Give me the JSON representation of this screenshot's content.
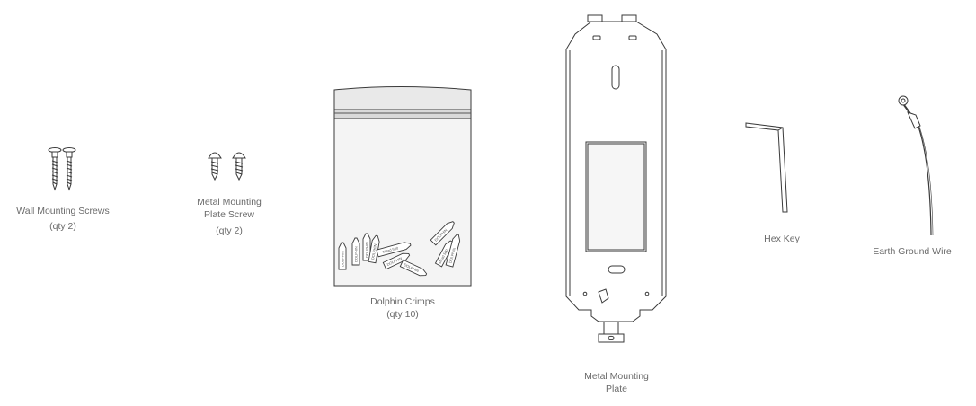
{
  "items": [
    {
      "id": "wall-mounting-screws",
      "name": "Wall Mounting Screws",
      "qty": "(qty 2)"
    },
    {
      "id": "metal-mounting-plate-screw",
      "name_line1": "Metal Mounting",
      "name_line2": "Plate Screw",
      "qty": "(qty 2)"
    },
    {
      "id": "dolphin-crimps",
      "name": "Dolphin Crimps",
      "qty": "(qty 10)"
    },
    {
      "id": "metal-mounting-plate",
      "name_line1": "Metal Mounting",
      "name_line2": "Plate"
    },
    {
      "id": "hex-key",
      "name": "Hex Key"
    },
    {
      "id": "earth-ground-wire",
      "name": "Earth Ground Wire"
    }
  ],
  "crimp_labels": [
    "DOLPHIN",
    "DOLPHIN",
    "DOLPHIN",
    "DOLPHIN",
    "Mirad 500",
    "DOLPHIN",
    "DOLPHIN",
    "DOLPHIN",
    "Mirad 500",
    "DOLPHIN"
  ],
  "colors": {
    "line": "#3a3a3a",
    "label": "#6a6a6a",
    "bag": "#e9e9e9"
  }
}
